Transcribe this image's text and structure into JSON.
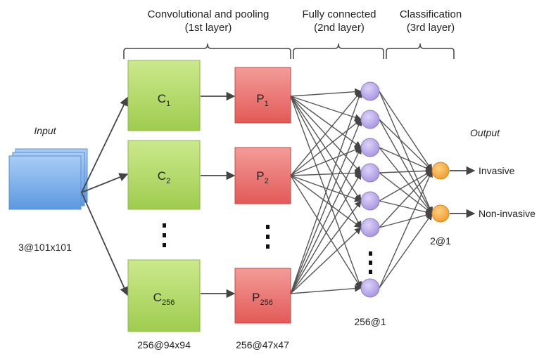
{
  "headers": {
    "conv": {
      "line1": "Convolutional and pooling",
      "line2": "(1st layer)"
    },
    "fc": {
      "line1": "Fully connected",
      "line2": "(2nd layer)"
    },
    "cls": {
      "line1": "Classification",
      "line2": "(3rd layer)"
    }
  },
  "input": {
    "title": "Input",
    "dims": "3@101x101"
  },
  "conv_maps": [
    {
      "base": "C",
      "sub": "1"
    },
    {
      "base": "C",
      "sub": "2"
    },
    {
      "base": "C",
      "sub": "256"
    }
  ],
  "conv_dims": "256@94x94",
  "pool_maps": [
    {
      "base": "P",
      "sub": "1"
    },
    {
      "base": "P",
      "sub": "2"
    },
    {
      "base": "P",
      "sub": "256"
    }
  ],
  "pool_dims": "256@47x47",
  "fc_dims": "256@1",
  "output": {
    "title": "Output",
    "dims": "2@1",
    "classes": [
      "Invasive",
      "Non-invasive"
    ]
  },
  "colors": {
    "input_fill": "#7fb2ee",
    "conv_fill": "#b5dc6a",
    "pool_fill": "#ec7370",
    "fc_node": "#b7a6e6",
    "out_node": "#f7a43c",
    "line": "#444444"
  }
}
